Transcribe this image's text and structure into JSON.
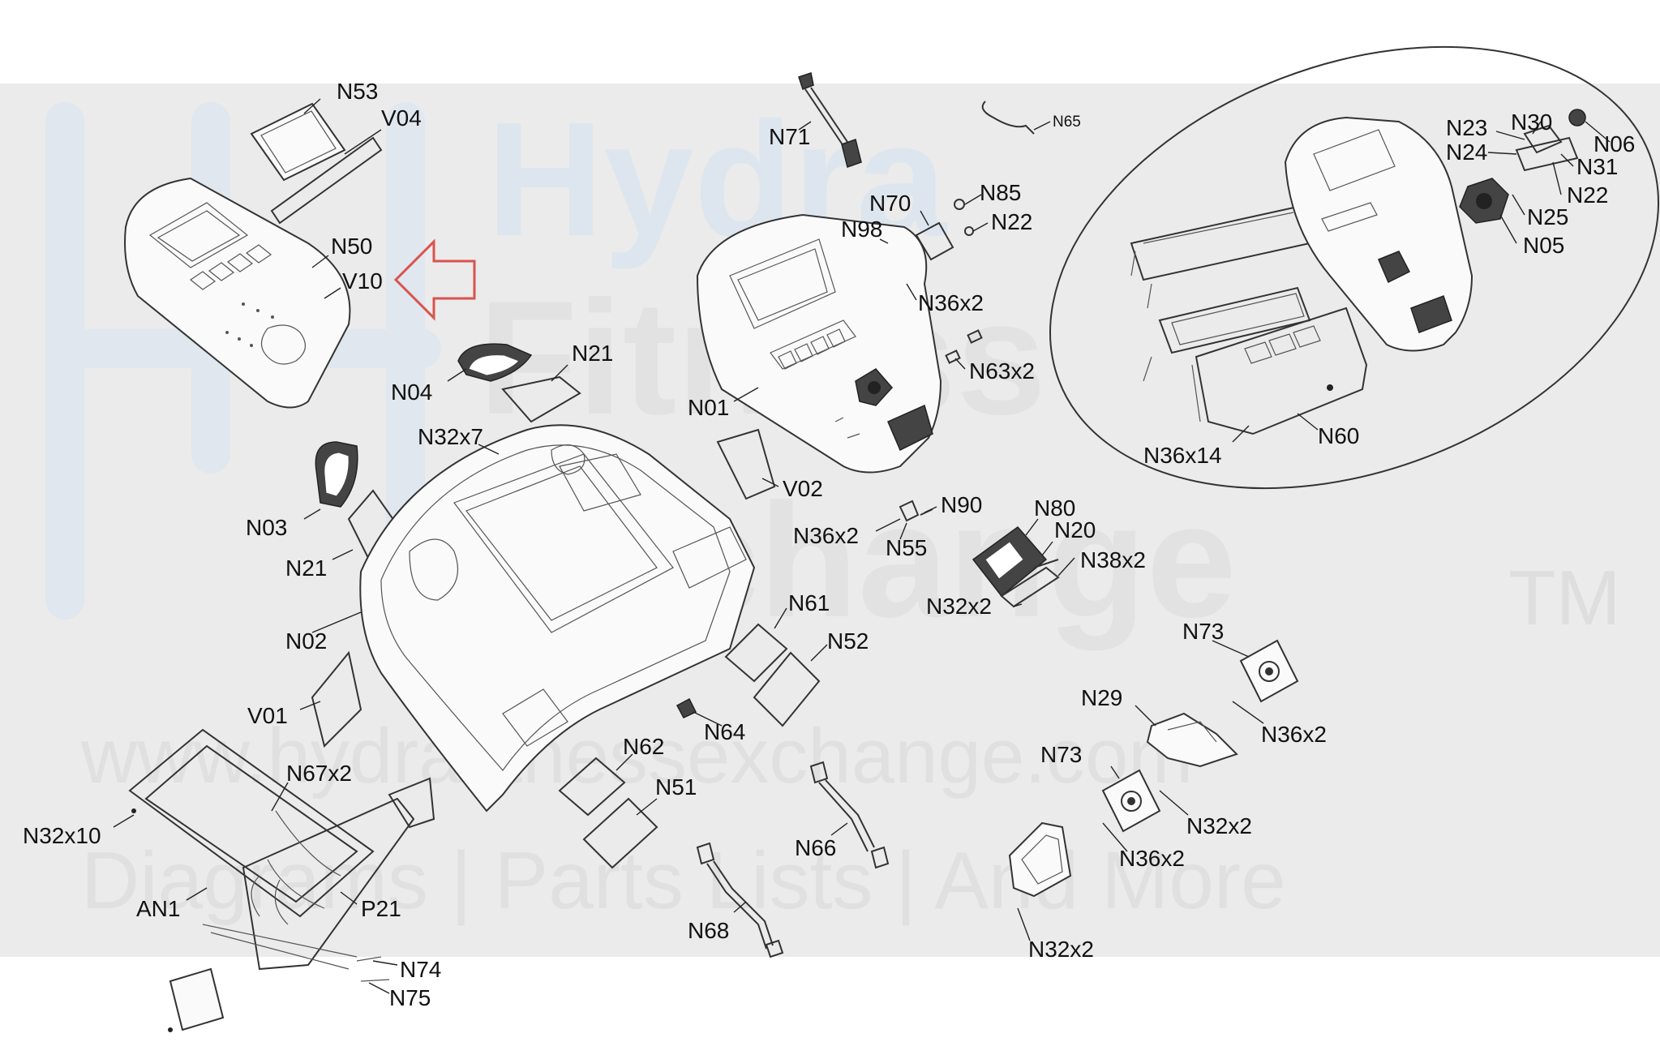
{
  "watermark": {
    "brand_line_1": "Hydra",
    "brand_line_2": "Fitness",
    "brand_line_3": "Exchange",
    "trademark": "TM",
    "url": "www.hydrafitnessexchange.com",
    "tagline": "Diagrams | Parts Lists | And More"
  },
  "labels": {
    "N53": "N53",
    "V04": "V04",
    "N50": "N50",
    "V10": "V10",
    "N04": "N04",
    "N21a": "N21",
    "N32x7": "N32x7",
    "N03": "N03",
    "N21b": "N21",
    "N02": "N02",
    "V01": "V01",
    "N67x2": "N67x2",
    "N32x10": "N32x10",
    "AN1": "AN1",
    "P21": "P21",
    "N74": "N74",
    "N75": "N75",
    "N71": "N71",
    "N65": "N65",
    "N70": "N70",
    "N85": "N85",
    "N98": "N98",
    "N22a": "N22",
    "N36x2a": "N36x2",
    "N63x2": "N63x2",
    "N01": "N01",
    "V02": "V02",
    "N90": "N90",
    "N36x2b": "N36x2",
    "N55": "N55",
    "N80": "N80",
    "N20": "N20",
    "N38x2": "N38x2",
    "N32x2a": "N32x2",
    "N61": "N61",
    "N52": "N52",
    "N64": "N64",
    "N62": "N62",
    "N51": "N51",
    "N66": "N66",
    "N68": "N68",
    "N73a": "N73",
    "N29": "N29",
    "N36x2c": "N36x2",
    "N73b": "N73",
    "N32x2b": "N32x2",
    "N36x2d": "N36x2",
    "N32x2c": "N32x2",
    "N23": "N23",
    "N30": "N30",
    "N06": "N06",
    "N24": "N24",
    "N31": "N31",
    "N22b": "N22",
    "N25": "N25",
    "N05": "N05",
    "N36x14": "N36x14",
    "N60": "N60"
  },
  "colors": {
    "background": "#ffffff",
    "band": "#ebebeb",
    "line_art": "#333333",
    "highlight_arrow": "#d9534f",
    "watermark_blue": "#dde6ee"
  }
}
